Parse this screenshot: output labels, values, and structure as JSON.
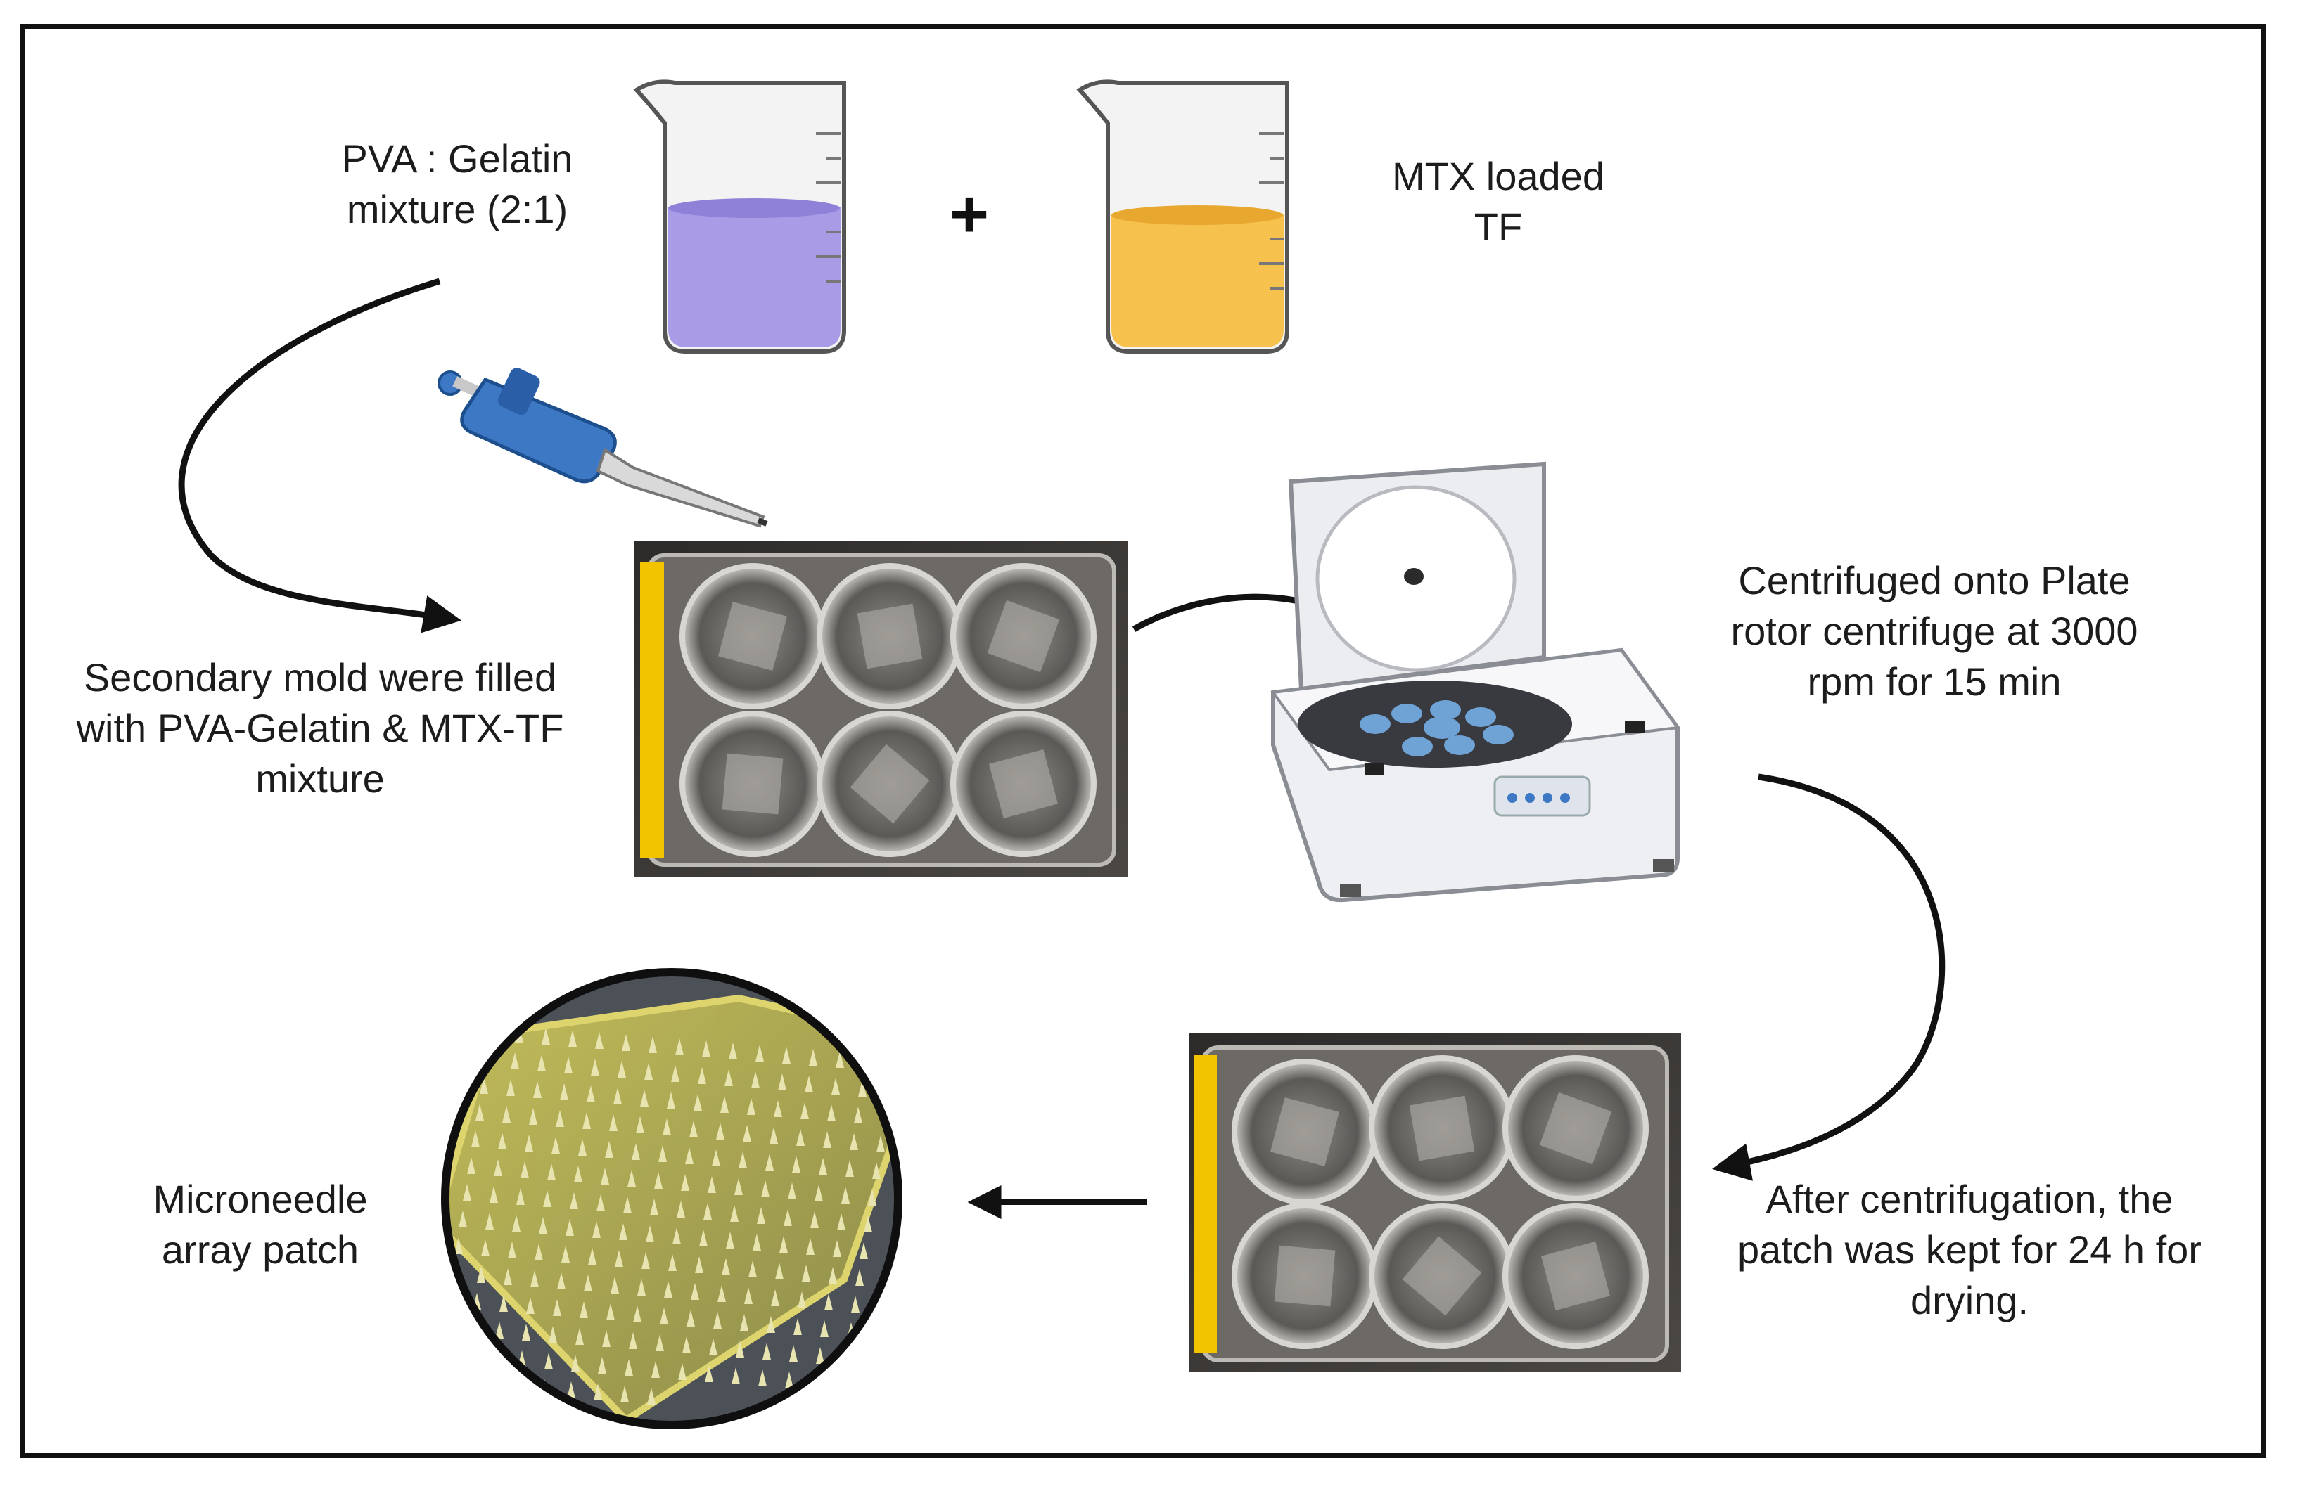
{
  "step_labels": {
    "pva_gelatin": [
      "PVA : Gelatin",
      "mixture (2:1)"
    ],
    "mtx_tf": [
      "MTX loaded",
      "TF"
    ],
    "plus_sign": "+",
    "secondary_mold": [
      "Secondary mold were filled",
      "with PVA-Gelatin & MTX-TF",
      "mixture"
    ],
    "centrifuge": [
      "Centrifuged onto Plate",
      "rotor centrifuge at 3000",
      "rpm for 15 min"
    ],
    "drying": [
      "After centrifugation, the",
      "patch was kept for  24 h for",
      "drying."
    ],
    "microneedle": [
      "Microneedle",
      "array patch"
    ]
  },
  "colors": {
    "pva_liquid": "#a99be6",
    "mtx_liquid": "#f7c14e",
    "plate_edge": "#f2c400",
    "pipette_blue": "#3d78c4",
    "arrow": "#111111",
    "patch_yellow": "#d8d36a"
  }
}
